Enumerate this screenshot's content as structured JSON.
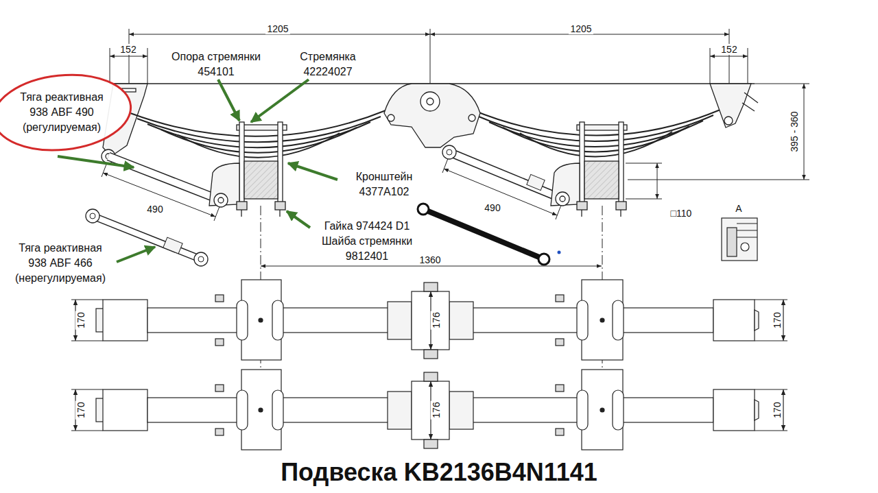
{
  "diagram": {
    "title": "Подвеска KB2136B4N1141",
    "nodes": [
      {
        "text": [
          "Тяга реактивная 938 ABF 490 (регулируемая)"
        ]
      }
    ],
    "labels": [
      "Опора стремянки 454101",
      "Стремянка 42224027",
      "Кронштейн 4377A102",
      "Гайка 974424 D1 Шайба стремянки 9812401",
      "Тяга реактивная 938 ABF 466 (нерегулируемая)",
      "1205",
      "1205",
      "152",
      "152",
      "490",
      "490",
      "1360",
      "395 - 360",
      "□110",
      "A",
      "170",
      "176",
      "170",
      "170",
      "176",
      "170"
    ]
  }
}
